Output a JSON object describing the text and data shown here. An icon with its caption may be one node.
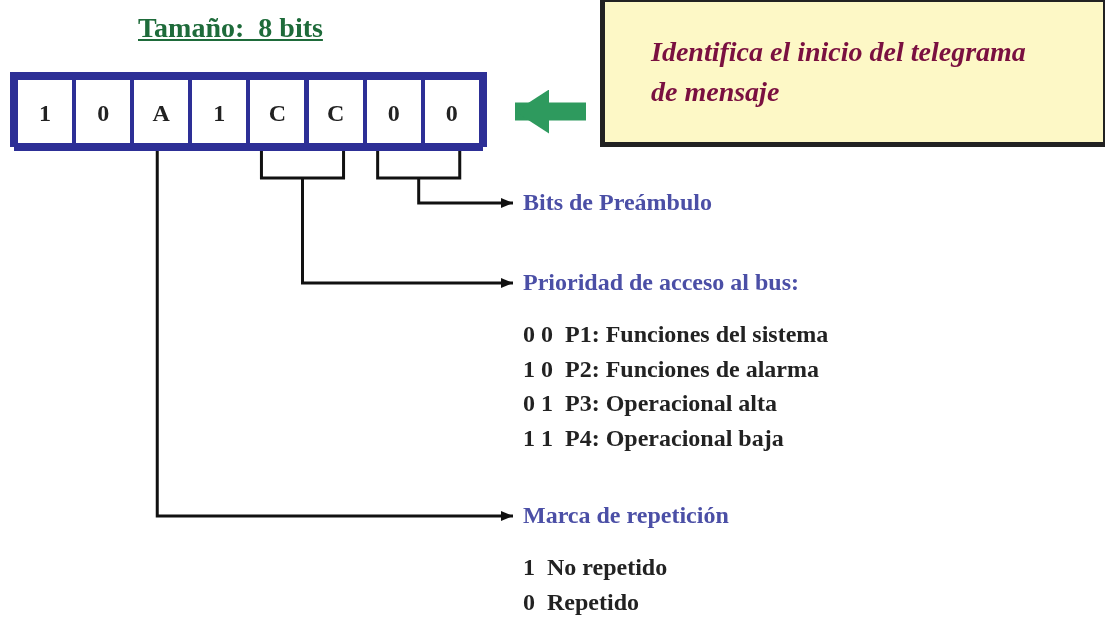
{
  "diagram": {
    "title": "Tamaño:  8 bits",
    "nodes": [
      {
        "text": [],
        "shape": "box"
      },
      {
        "text": [
          "1"
        ],
        "in": 0
      },
      {
        "text": [
          "0"
        ],
        "in": 0
      },
      {
        "text": [
          "A"
        ],
        "in": 0
      },
      {
        "text": [
          "1"
        ],
        "in": 0
      },
      {
        "text": [
          "C"
        ],
        "in": 0
      },
      {
        "text": [
          "C"
        ],
        "in": 0
      },
      {
        "text": [
          "0"
        ],
        "in": 0
      },
      {
        "text": [
          "0"
        ],
        "in": 0
      },
      {
        "text": [
          "Identifica el inicio del telegrama de mensaje"
        ]
      },
      {
        "text": [
          "Bits de Preámbulo"
        ]
      },
      {
        "text": [
          "Prioridad de acceso al bus:"
        ],
        "beside": [
          "0 0  P1: Funciones del sistema",
          "1 0  P2: Funciones de alarma",
          "0 1  P3: Operacional alta",
          "1 1  P4: Operacional baja"
        ]
      },
      {
        "text": [
          "Marca de repetición"
        ],
        "beside": [
          "1  No repetido",
          "0  Repetido"
        ]
      }
    ],
    "edges": [
      {
        "from": 9,
        "to": 0,
        "arrow": "to",
        "style": "thick",
        "color": "#2e9a5e"
      },
      {
        "from": 7,
        "to": 10,
        "arrow": "to"
      },
      {
        "from": 8,
        "to": 10,
        "arrow": "to"
      },
      {
        "from": 5,
        "to": 11,
        "arrow": "to"
      },
      {
        "from": 6,
        "to": 11,
        "arrow": "to"
      },
      {
        "from": 3,
        "to": 12,
        "arrow": "to"
      }
    ]
  }
}
